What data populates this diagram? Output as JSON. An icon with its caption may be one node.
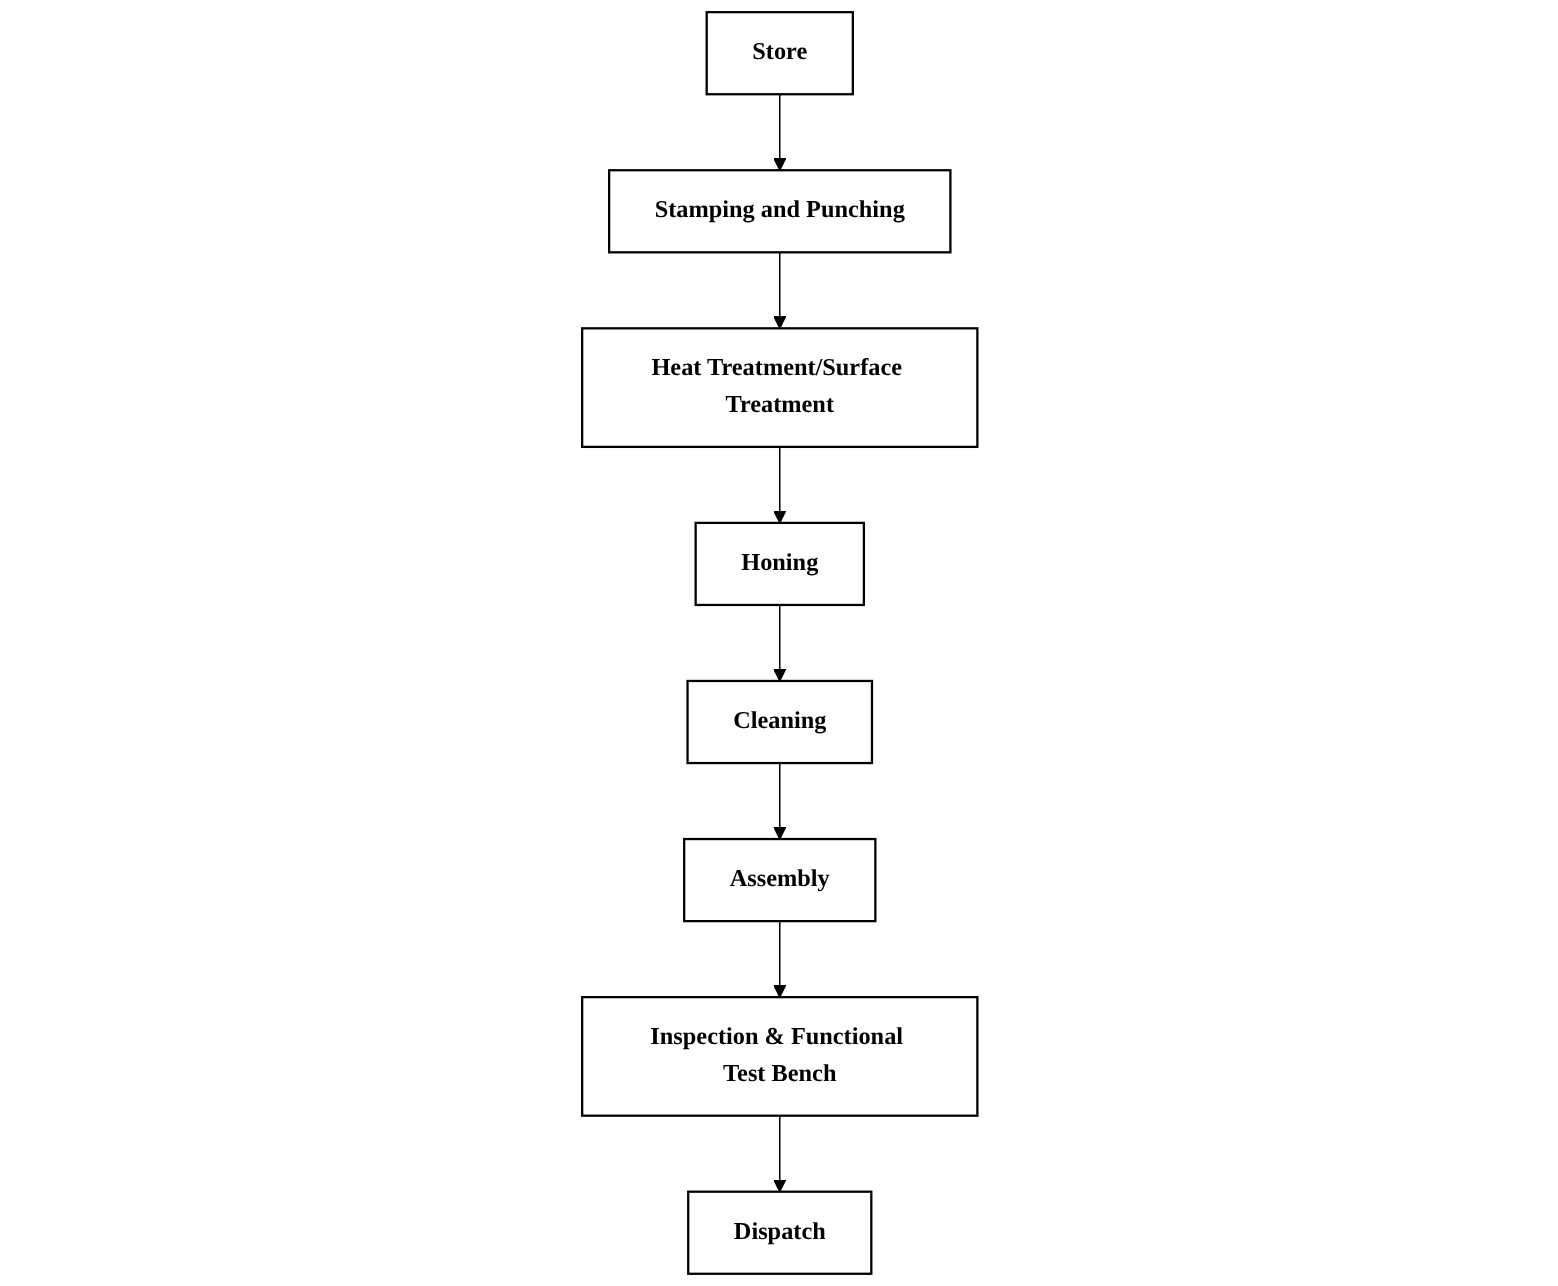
{
  "diagram": {
    "nodes": [
      {
        "text": [
          "Store"
        ]
      },
      {
        "text": [
          "Stamping and Punching"
        ]
      },
      {
        "text": [
          "Heat Treatment/Surface Treatment"
        ]
      },
      {
        "text": [
          "Honing"
        ]
      },
      {
        "text": [
          "Cleaning"
        ]
      },
      {
        "text": [
          "Assembly"
        ]
      },
      {
        "text": [
          "Inspection & Functional Test Bench"
        ]
      },
      {
        "text": [
          "Dispatch"
        ]
      }
    ],
    "edges": [
      {
        "from": 0,
        "to": 1,
        "arrow": "to"
      },
      {
        "from": 1,
        "to": 2,
        "arrow": "to"
      },
      {
        "from": 2,
        "to": 3,
        "arrow": "to"
      },
      {
        "from": 3,
        "to": 4,
        "arrow": "to"
      },
      {
        "from": 4,
        "to": 5,
        "arrow": "to"
      },
      {
        "from": 5,
        "to": 6,
        "arrow": "to"
      },
      {
        "from": 6,
        "to": 7,
        "arrow": "to"
      }
    ]
  }
}
